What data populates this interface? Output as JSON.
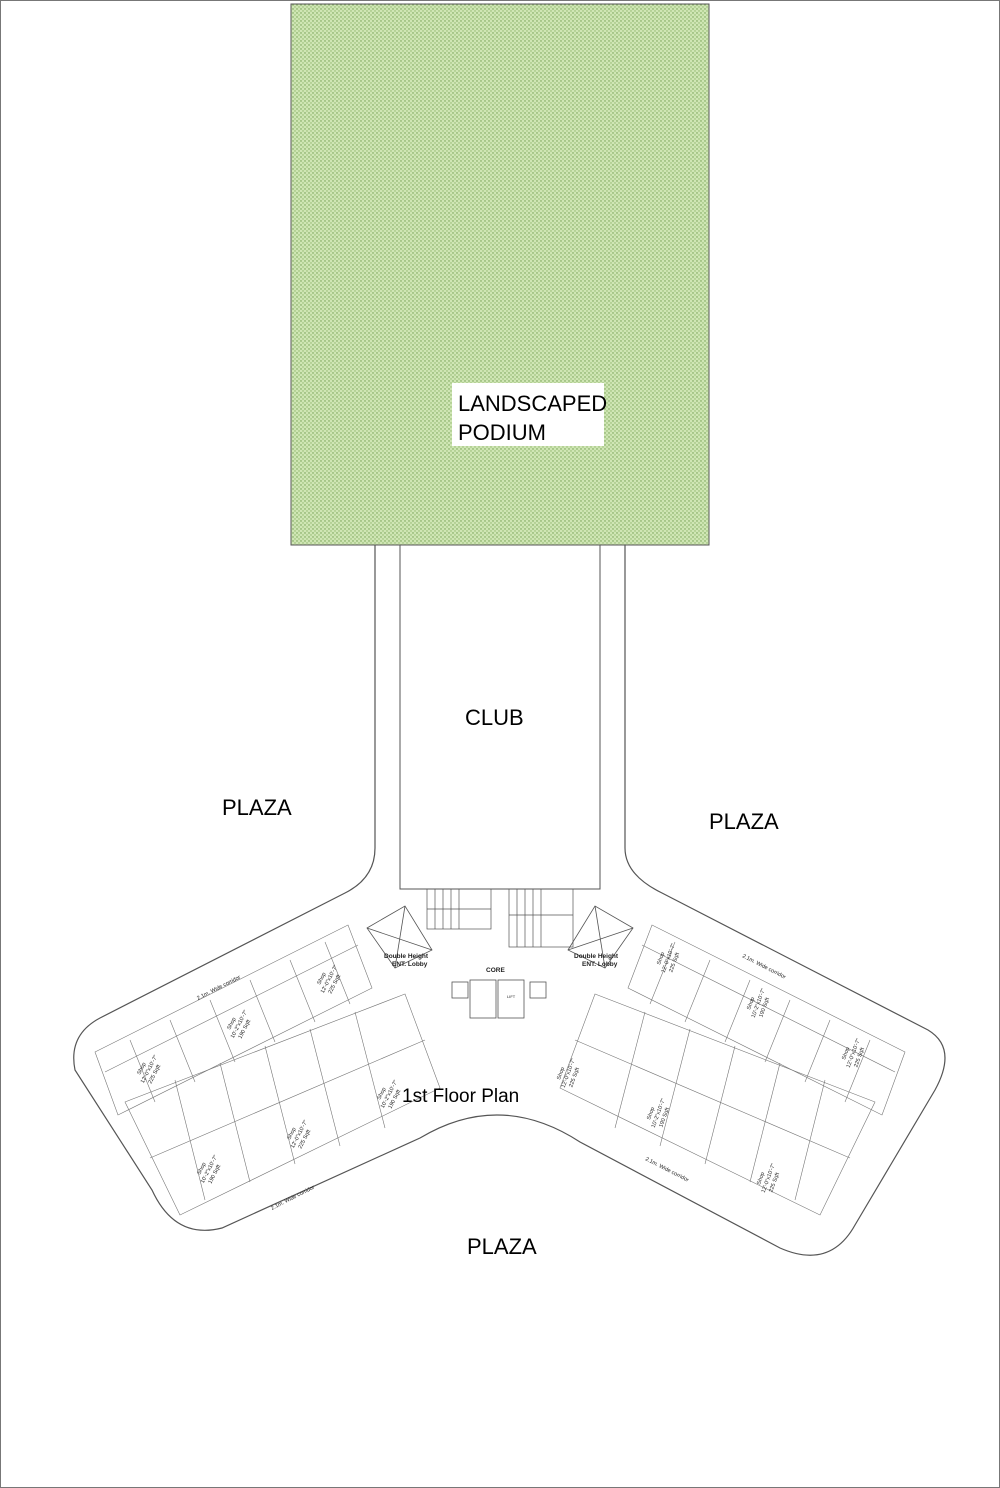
{
  "labels": {
    "podium_line1": "LANDSCAPED",
    "podium_line2": "PODIUM",
    "club": "CLUB",
    "plaza_left": "PLAZA",
    "plaza_right": "PLAZA",
    "plaza_bottom": "PLAZA",
    "core": "CORE",
    "lobby_line1": "Double Height",
    "lobby_line2": "ENT. Lobby",
    "corridor": "2.1m. Wide corridor",
    "lift": "LIFT",
    "shop_word": "Shop",
    "dim_large": "12'-0\"x10'-7\"",
    "area_large": "225 Sqft",
    "dim_small": "10'-2\"x10'-7\"",
    "area_small": "190 Sqft"
  },
  "caption": "1st Floor Plan",
  "colors": {
    "podium_fill": "#cfe6b4",
    "podium_dot": "#6f9a4d",
    "line": "#555555",
    "background": "#ffffff"
  }
}
